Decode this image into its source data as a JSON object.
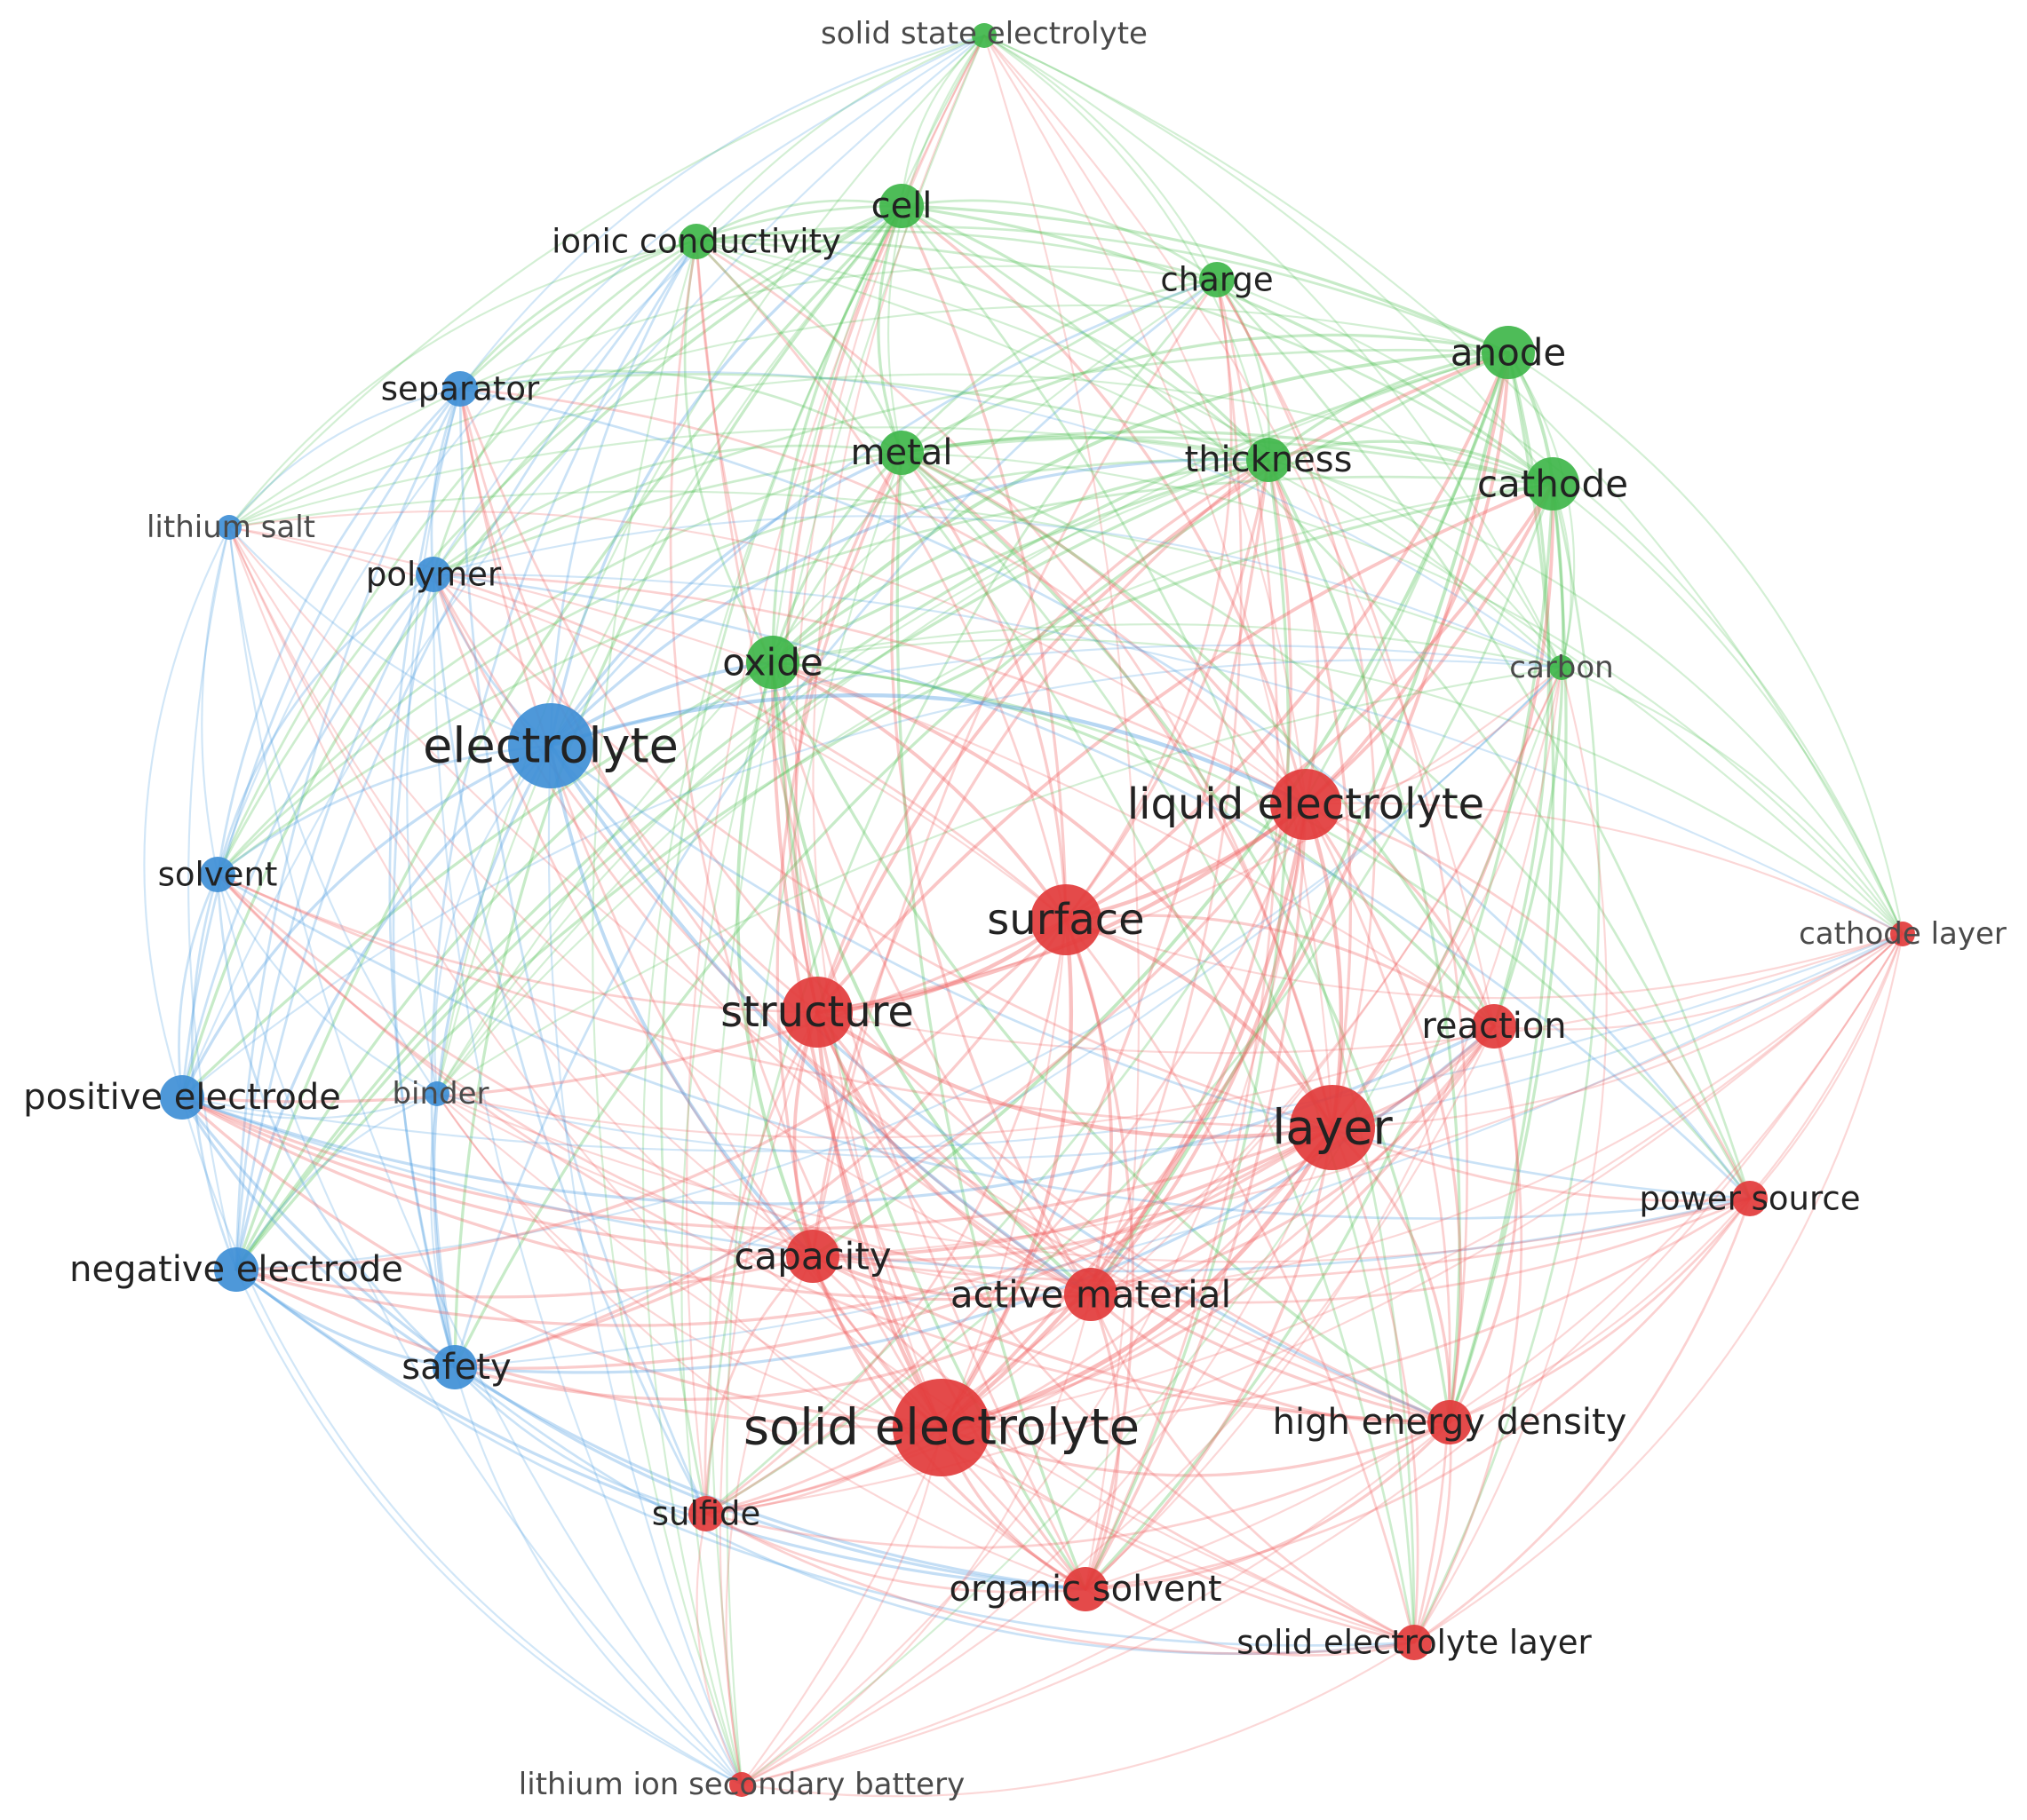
{
  "network": {
    "colors": {
      "blue": "#3f8fd6",
      "green": "#3fb64a",
      "red": "#e23b3b"
    },
    "edge_colors": {
      "blue": "#4a9be0",
      "green": "#52c257",
      "red": "#f06262"
    },
    "nodes": [
      {
        "id": "solid_state_electrolyte",
        "label": "solid state electrolyte",
        "cluster": "green",
        "weight": 1
      },
      {
        "id": "cell",
        "label": "cell",
        "cluster": "green",
        "weight": 3
      },
      {
        "id": "ionic_conductivity",
        "label": "ionic conductivity",
        "cluster": "green",
        "weight": 2
      },
      {
        "id": "charge",
        "label": "charge",
        "cluster": "green",
        "weight": 2
      },
      {
        "id": "anode",
        "label": "anode",
        "cluster": "green",
        "weight": 4
      },
      {
        "id": "metal",
        "label": "metal",
        "cluster": "green",
        "weight": 3
      },
      {
        "id": "thickness",
        "label": "thickness",
        "cluster": "green",
        "weight": 3
      },
      {
        "id": "cathode",
        "label": "cathode",
        "cluster": "green",
        "weight": 4
      },
      {
        "id": "oxide",
        "label": "oxide",
        "cluster": "green",
        "weight": 4
      },
      {
        "id": "carbon",
        "label": "carbon",
        "cluster": "green",
        "weight": 1
      },
      {
        "id": "separator",
        "label": "separator",
        "cluster": "blue",
        "weight": 2
      },
      {
        "id": "lithium_salt",
        "label": "lithium salt",
        "cluster": "blue",
        "weight": 1
      },
      {
        "id": "polymer",
        "label": "polymer",
        "cluster": "blue",
        "weight": 2
      },
      {
        "id": "electrolyte",
        "label": "electrolyte",
        "cluster": "blue",
        "weight": 6
      },
      {
        "id": "solvent",
        "label": "solvent",
        "cluster": "blue",
        "weight": 2
      },
      {
        "id": "positive_electrode",
        "label": "positive electrode",
        "cluster": "blue",
        "weight": 3
      },
      {
        "id": "binder",
        "label": "binder",
        "cluster": "blue",
        "weight": 1
      },
      {
        "id": "negative_electrode",
        "label": "negative electrode",
        "cluster": "blue",
        "weight": 3
      },
      {
        "id": "safety",
        "label": "safety",
        "cluster": "blue",
        "weight": 3
      },
      {
        "id": "liquid_electrolyte",
        "label": "liquid electrolyte",
        "cluster": "red",
        "weight": 5
      },
      {
        "id": "surface",
        "label": "surface",
        "cluster": "red",
        "weight": 5
      },
      {
        "id": "structure",
        "label": "structure",
        "cluster": "red",
        "weight": 5
      },
      {
        "id": "reaction",
        "label": "reaction",
        "cluster": "red",
        "weight": 3
      },
      {
        "id": "cathode_layer",
        "label": "cathode layer",
        "cluster": "red",
        "weight": 1
      },
      {
        "id": "layer",
        "label": "layer",
        "cluster": "red",
        "weight": 6
      },
      {
        "id": "power_source",
        "label": "power source",
        "cluster": "red",
        "weight": 2
      },
      {
        "id": "capacity",
        "label": "capacity",
        "cluster": "red",
        "weight": 4
      },
      {
        "id": "active_material",
        "label": "active material",
        "cluster": "red",
        "weight": 4
      },
      {
        "id": "solid_electrolyte",
        "label": "solid electrolyte",
        "cluster": "red",
        "weight": 7
      },
      {
        "id": "high_energy_density",
        "label": "high energy density",
        "cluster": "red",
        "weight": 3
      },
      {
        "id": "sulfide",
        "label": "sulfide",
        "cluster": "red",
        "weight": 2
      },
      {
        "id": "organic_solvent",
        "label": "organic solvent",
        "cluster": "red",
        "weight": 3
      },
      {
        "id": "solid_electrolyte_layer",
        "label": "solid electrolyte layer",
        "cluster": "red",
        "weight": 2
      },
      {
        "id": "lithium_ion_secondary_battery",
        "label": "lithium ion secondary battery",
        "cluster": "red",
        "weight": 1
      }
    ]
  }
}
